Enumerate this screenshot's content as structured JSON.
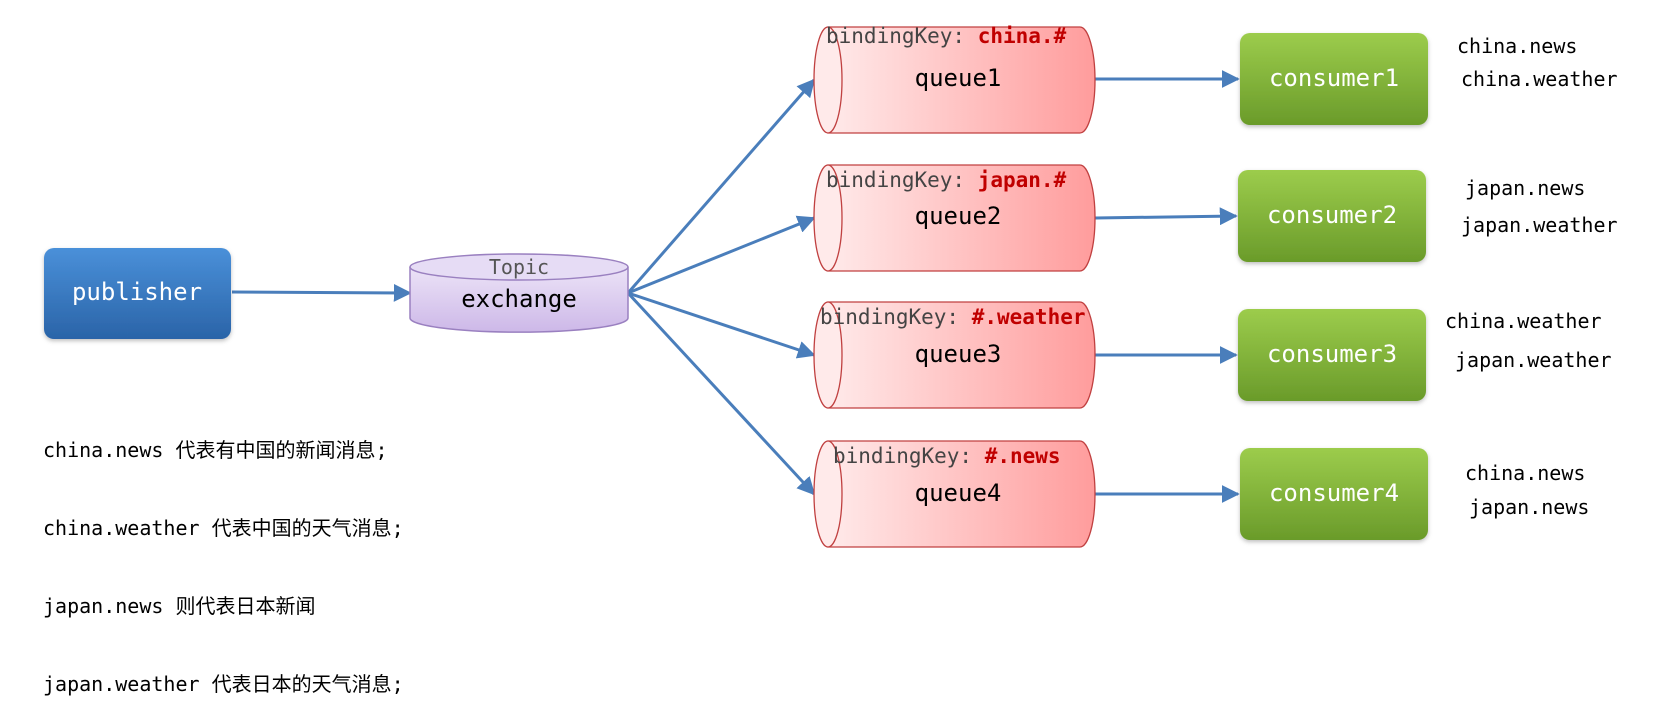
{
  "colors": {
    "arrow": "#4a7ebb",
    "publisher_top": "#4a90d9",
    "publisher_bottom": "#2a64a8",
    "exchange_fill": "#d9c9ee",
    "exchange_stroke": "#9a80c0",
    "queue_light": "#ffe8e8",
    "queue_dark": "#ff9d9d",
    "queue_stroke": "#c04040",
    "consumer_top": "#9ccc4c",
    "consumer_bottom": "#6a9b2a",
    "binding_key": "#c00000",
    "binding_label": "#444444"
  },
  "publisher": {
    "label": "publisher"
  },
  "exchange": {
    "type_label": "Topic",
    "label": "exchange"
  },
  "queues": [
    {
      "name": "queue1",
      "binding_prefix": "bindingKey: ",
      "binding_key": "china.#"
    },
    {
      "name": "queue2",
      "binding_prefix": "bindingKey: ",
      "binding_key": "japan.#"
    },
    {
      "name": "queue3",
      "binding_prefix": "bindingKey: ",
      "binding_key": "#.weather"
    },
    {
      "name": "queue4",
      "binding_prefix": "bindingKey: ",
      "binding_key": "#.news"
    }
  ],
  "consumers": [
    {
      "label": "consumer1",
      "receives": [
        "china.news",
        "china.weather"
      ]
    },
    {
      "label": "consumer2",
      "receives": [
        "japan.news",
        "japan.weather"
      ]
    },
    {
      "label": "consumer3",
      "receives": [
        "china.weather",
        "japan.weather"
      ]
    },
    {
      "label": "consumer4",
      "receives": [
        "china.news",
        "japan.news"
      ]
    }
  ],
  "descriptions": [
    "china.news 代表有中国的新闻消息;",
    "china.weather 代表中国的天气消息;",
    "japan.news 则代表日本新闻",
    "japan.weather 代表日本的天气消息;"
  ]
}
